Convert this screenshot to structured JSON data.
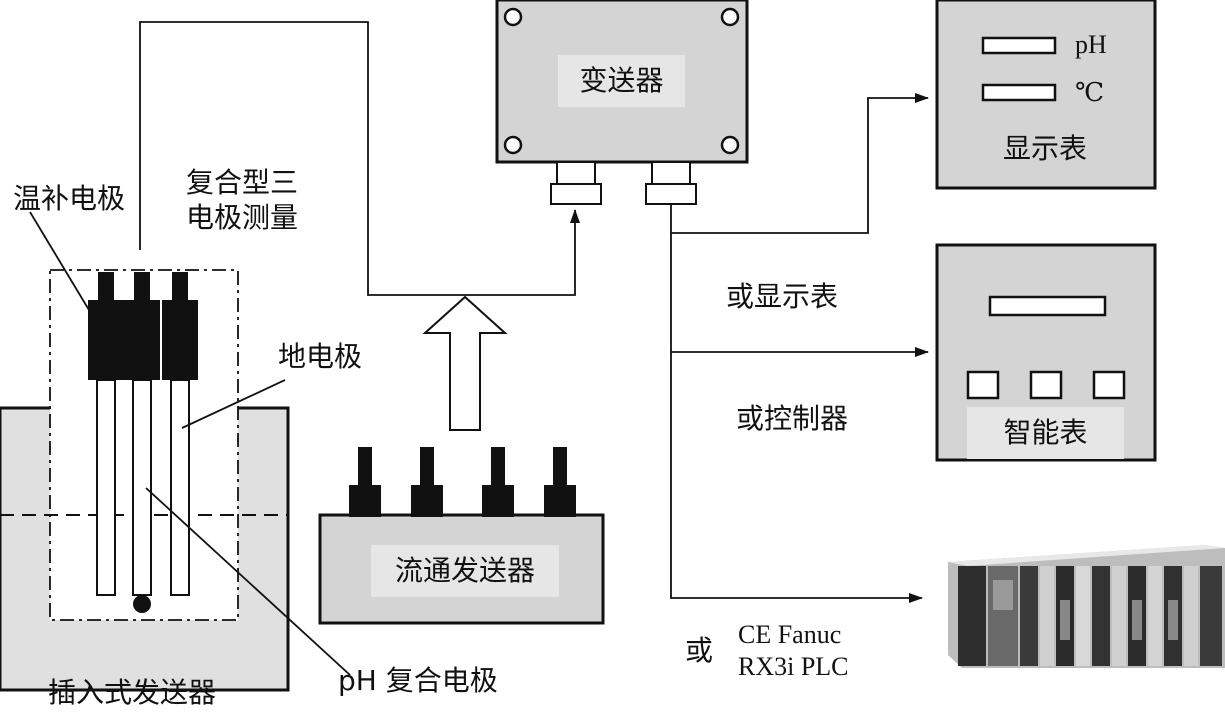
{
  "colors": {
    "box_fill": "#d4d4d4",
    "label_fill": "#e6e6e6",
    "tank_fill": "#e0e0e0",
    "stroke": "#111111"
  },
  "labels": {
    "temp_electrode": "温补电极",
    "composite_line1": "复合型三",
    "composite_line2": "电极测量",
    "ground_electrode": "地电极",
    "ph_electrode": "pH 复合电极",
    "insertion_transmitter": "插入式发送器",
    "flow_transmitter": "流通发送器",
    "transmitter": "变送器",
    "or_display": "或显示表",
    "or_controller": "或控制器",
    "or": "或",
    "plc_line1": "CE Fanuc",
    "plc_line2": "RX3i PLC"
  },
  "display_meter": {
    "title": "显示表",
    "readouts": [
      "pH",
      "℃"
    ]
  },
  "smart_meter": {
    "title": "智能表",
    "buttons": 3
  },
  "icons": {
    "upward_arrow": "hollow-up-arrow-icon",
    "plc": "plc-rack-image"
  }
}
